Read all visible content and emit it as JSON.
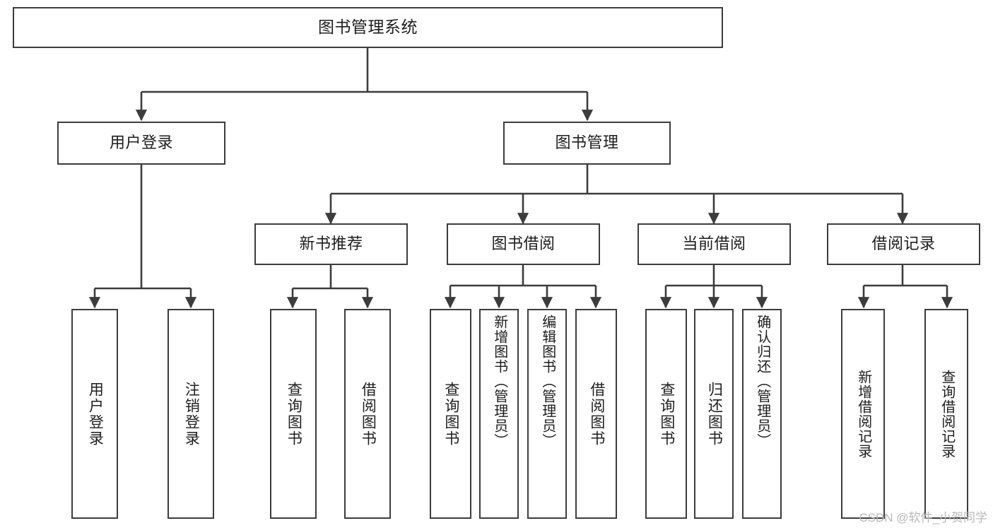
{
  "diagram": {
    "title": "图书管理系统",
    "type": "tree",
    "root": {
      "label": "图书管理系统"
    },
    "level2": [
      {
        "label": "用户登录"
      },
      {
        "label": "图书管理"
      }
    ],
    "level3": [
      {
        "label": "新书推荐"
      },
      {
        "label": "图书借阅"
      },
      {
        "label": "当前借阅"
      },
      {
        "label": "借阅记录"
      }
    ],
    "leaves": {
      "user_login": [
        {
          "label": "用户登录"
        },
        {
          "label": "注销登录"
        }
      ],
      "new_book_recommend": [
        {
          "label": "查询图书"
        },
        {
          "label": "借阅图书"
        }
      ],
      "book_borrow": [
        {
          "label": "查询图书"
        },
        {
          "label": "新增图书（管理员）"
        },
        {
          "label": "编辑图书（管理员）"
        },
        {
          "label": "借阅图书"
        }
      ],
      "current_borrow": [
        {
          "label": "查询图书"
        },
        {
          "label": "归还图书"
        },
        {
          "label": "确认归还（管理员）"
        }
      ],
      "borrow_record": [
        {
          "label": "新增借阅记录"
        },
        {
          "label": "查询借阅记录"
        }
      ]
    }
  },
  "watermark": {
    "text": "CSDN @软件_小贺同学"
  },
  "colors": {
    "line": "#3c3c3c",
    "box_border": "#3c3c3c",
    "box_fill": "#ffffff",
    "text": "#1d1d1d",
    "watermark": "#b9b9b9"
  }
}
